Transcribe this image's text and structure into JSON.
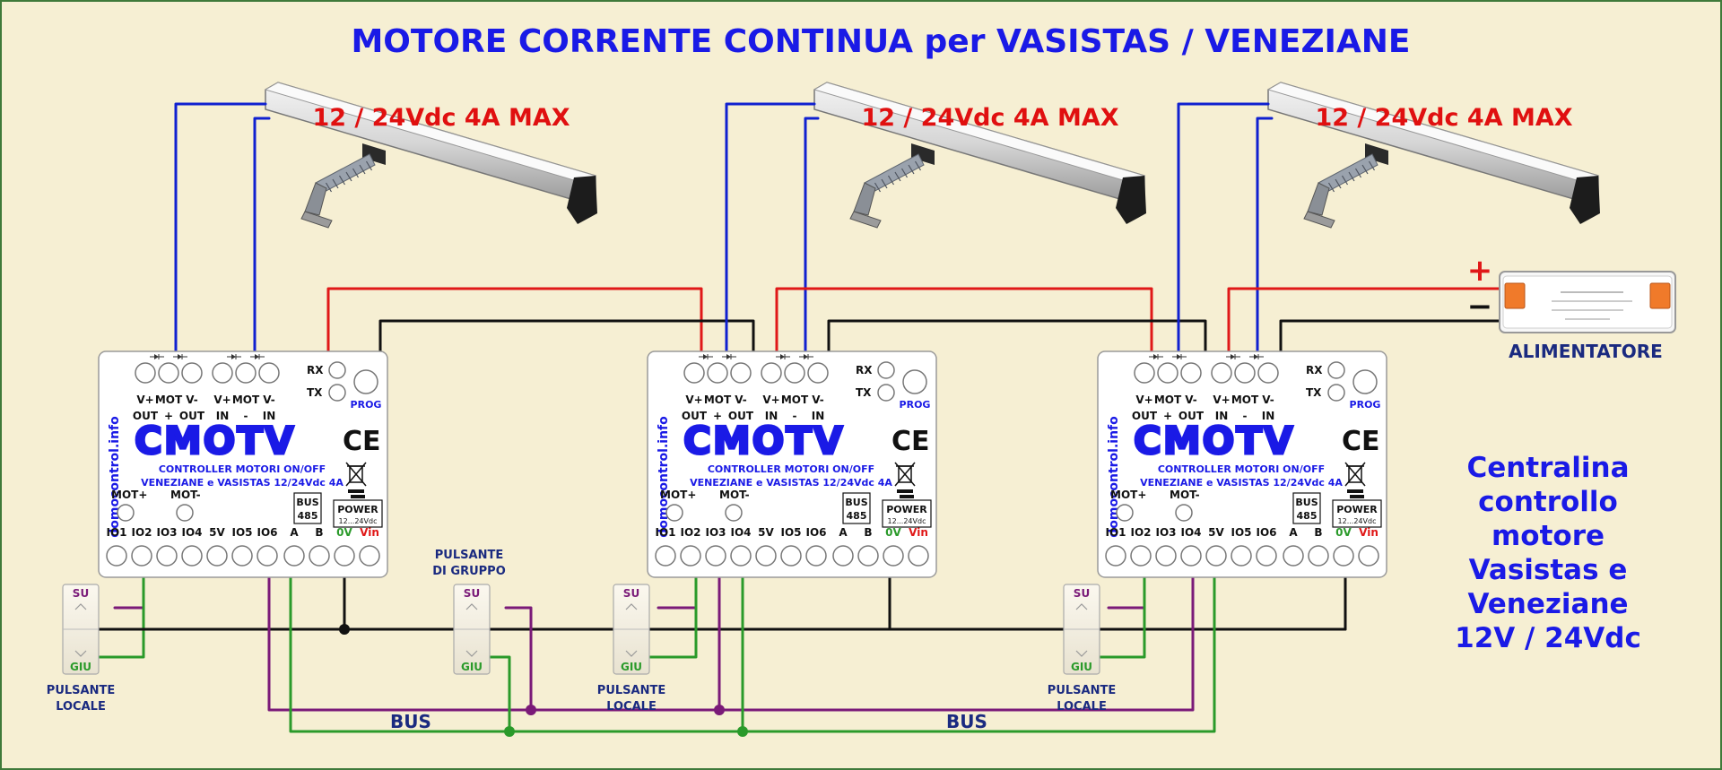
{
  "title": "MOTORE CORRENTE CONTINUA per VASISTAS / VENEZIANE",
  "motor_label": "12 / 24Vdc  4A MAX",
  "controller": {
    "vertical_url": "domocontrol.info",
    "logo": "CMOTV",
    "subtitle_1": "CONTROLLER MOTORI ON/OFF",
    "subtitle_2": "VENEZIANE e VASISTAS 12/24Vdc 4A",
    "top_labels": [
      {
        "l1": "V+",
        "l2": "OUT"
      },
      {
        "l1": "MOT",
        "l2": "+"
      },
      {
        "l1": "V-",
        "l2": "OUT"
      },
      {
        "l1": "V+",
        "l2": "IN"
      },
      {
        "l1": "MOT",
        "l2": "-"
      },
      {
        "l1": "V-",
        "l2": "IN"
      }
    ],
    "rx": "RX",
    "tx": "TX",
    "prog": "PROG",
    "ce": "CE",
    "mot_plus": "MOT+",
    "mot_minus": "MOT-",
    "bus_1": "BUS",
    "bus_2": "485",
    "power_1": "POWER",
    "power_2": "12...24Vdc",
    "bottom_labels": [
      "IO1",
      "IO2",
      "IO3",
      "IO4",
      "5V",
      "IO5",
      "IO6",
      "A",
      "B",
      "0V",
      "Vin"
    ]
  },
  "button": {
    "up": "SU",
    "down": "GIU"
  },
  "local_button_1": "PULSANTE",
  "local_button_2": "LOCALE",
  "group_button_1": "PULSANTE",
  "group_button_2": "DI GRUPPO",
  "bus_label": "BUS",
  "psu": {
    "plus": "+",
    "minus": "−",
    "label": "ALIMENTATORE"
  },
  "side_text": [
    "Centralina",
    "controllo",
    "motore",
    "Vasistas e",
    "Veneziane",
    "12V / 24Vdc"
  ],
  "colors": {
    "title": "#1a1ae6",
    "motor_label": "#e01010",
    "bus_text": "#1a2a80",
    "wire_blue": "#1020d0",
    "wire_red": "#e01818",
    "wire_black": "#111111",
    "wire_purple": "#7a1a78",
    "wire_green": "#2a9a2a"
  }
}
